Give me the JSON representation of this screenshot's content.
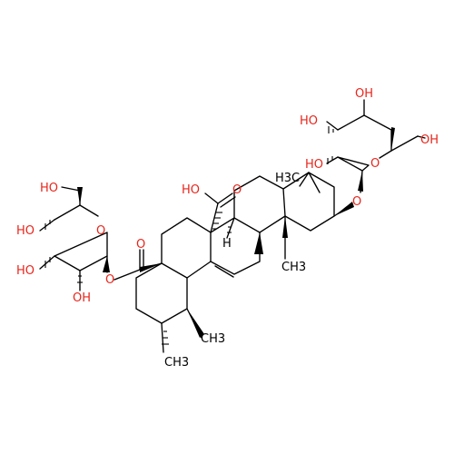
{
  "colors": {
    "background": "#ffffff",
    "bond": "#000000",
    "oxygen": "#e8251b",
    "carbon": "#000000"
  },
  "atom_labels": {
    "oh_top_a": "OH",
    "ho_top_b": "HO",
    "oh_top_c": "OH",
    "ho_top_d": "HO",
    "o_ring_top": "O",
    "o_link_top": "O",
    "h3c_top": "H3C",
    "ho_acid": "HO",
    "o_acid": "O",
    "o_ester_carbonyl": "O",
    "o_ester": "O",
    "ho_left_ch2": "HO",
    "ho_left_a": "HO",
    "ho_left_b": "HO",
    "oh_left_c": "OH",
    "o_ring_left": "O",
    "ch3_a": "CH3",
    "ch3_b": "CH3",
    "ch3_c": "CH3",
    "methyl_stub": "H"
  }
}
